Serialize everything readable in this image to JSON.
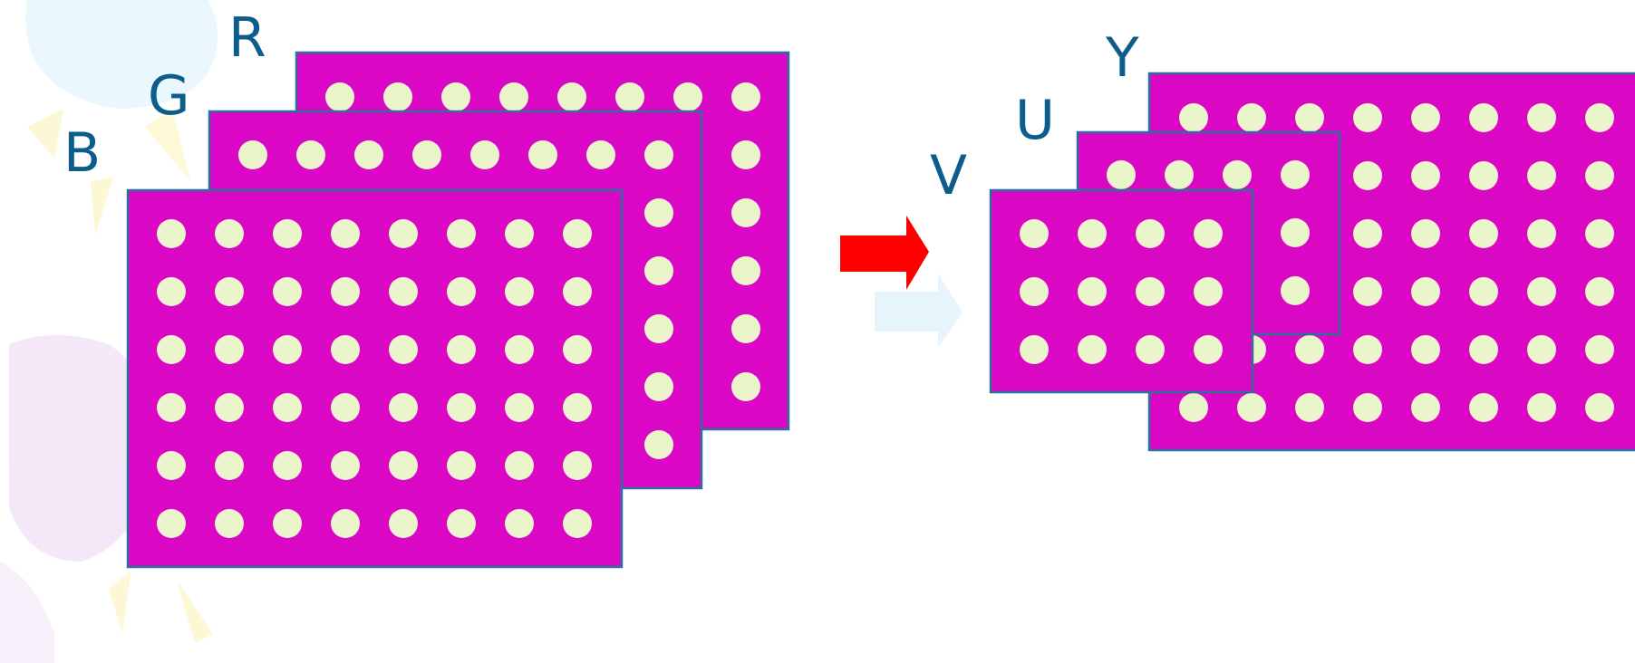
{
  "labels": {
    "r": "R",
    "g": "G",
    "b": "B",
    "y": "Y",
    "u": "U",
    "v": "V"
  },
  "colors": {
    "plane_fill": "#da08c4",
    "plane_stroke": "#2f6f9e",
    "dot_fill": "#eaf5cc",
    "label_color": "#0d5d8c",
    "arrow_main": "#ff0000",
    "arrow_shadow": "#e6f4fc"
  },
  "grids": {
    "rgb_plane": {
      "rows": 6,
      "cols": 8
    },
    "y_plane": {
      "rows": 6,
      "cols": 8
    },
    "uv_plane": {
      "rows": 3,
      "cols": 4
    }
  },
  "icons": {
    "arrow": "right-arrow-icon",
    "background": "decorative-balloon-sun-watermark"
  }
}
